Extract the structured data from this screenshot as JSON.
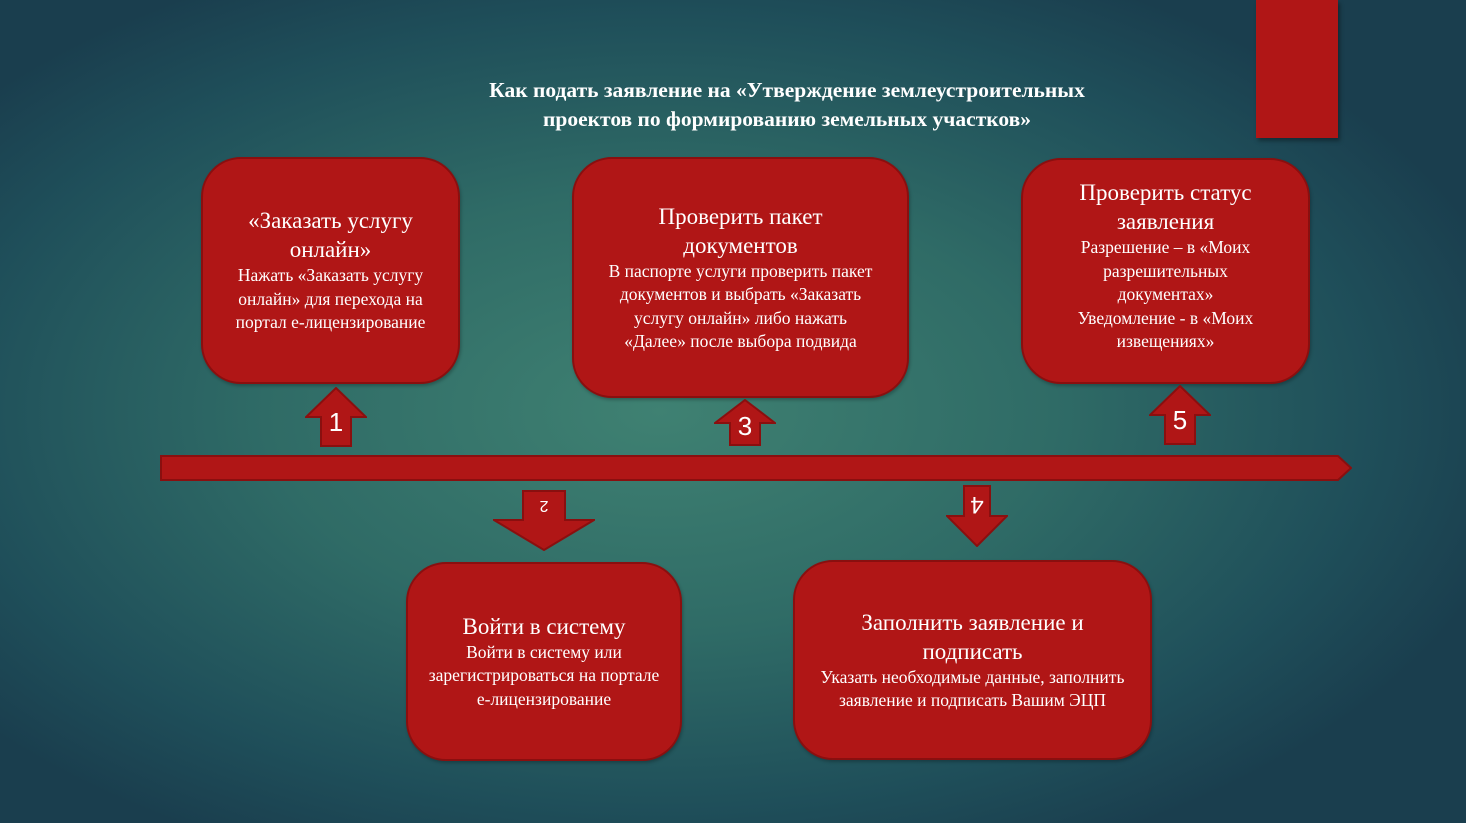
{
  "title": {
    "line1": "Как подать заявление  на «Утверждение землеустроительных",
    "line2": "проектов по формированию земельных участков»"
  },
  "colors": {
    "accent": "#b01616",
    "border": "#8a0f0f",
    "bg_center": "#3f8172",
    "bg_edge": "#1a3e4e"
  },
  "steps": [
    {
      "number": "1",
      "heading": "«Заказать услугу онлайн»",
      "description": "Нажать «Заказать услугу онлайн» для перехода на портал е-лицензирование",
      "arrow": "up"
    },
    {
      "number": "2",
      "heading": "Войти в систему",
      "description": "Войти в систему или зарегистрироваться на портале е-лицензирование",
      "arrow": "down"
    },
    {
      "number": "3",
      "heading": "Проверить пакет документов",
      "description": "В паспорте услуги проверить пакет документов и выбрать «Заказать услугу онлайн» либо нажать «Далее» после выбора подвида",
      "arrow": "up"
    },
    {
      "number": "4",
      "heading": "Заполнить заявление и подписать",
      "description": "Указать необходимые данные, заполнить заявление и подписать Вашим ЭЦП",
      "arrow": "down"
    },
    {
      "number": "5",
      "heading": "Проверить статус заявления",
      "description_lines": [
        "Разрешение – в «Моих разрешительных документах»",
        "Уведомление  - в «Моих извещениях»"
      ],
      "arrow": "up"
    }
  ]
}
